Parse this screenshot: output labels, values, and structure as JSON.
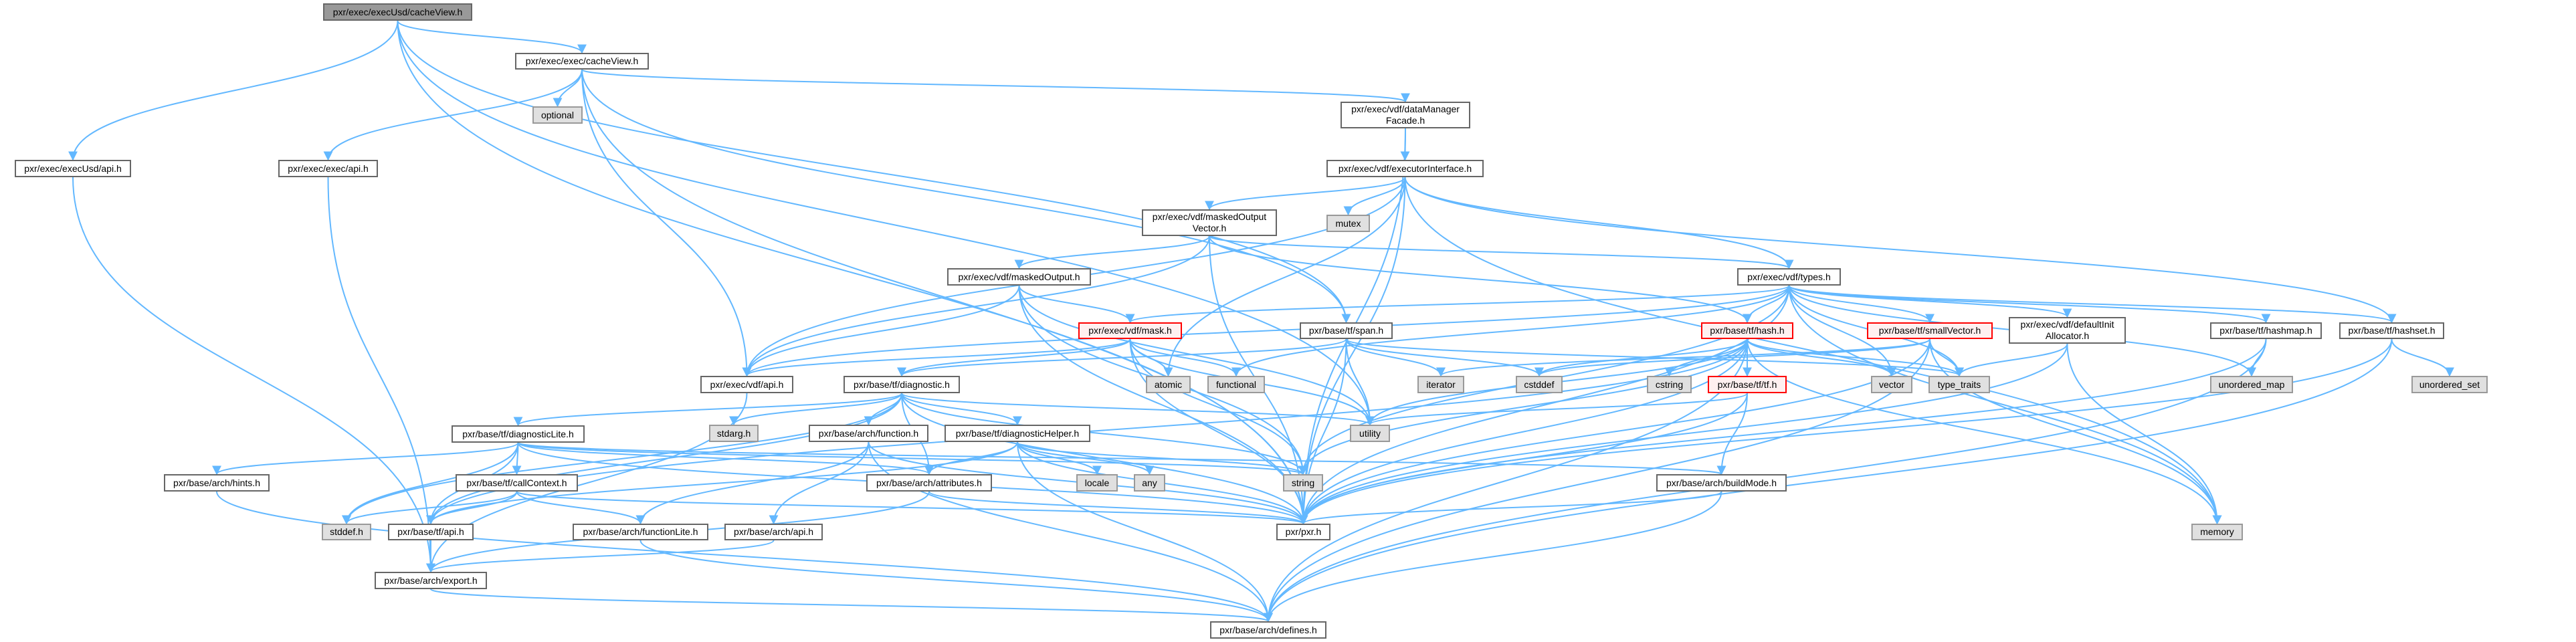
{
  "graph": {
    "title": "pxr/exec/execUsd/cacheView.h",
    "edge_color": "#63b8ff",
    "nodes": [
      {
        "id": "root",
        "label": [
          "pxr/exec/execUsd/cacheView.h"
        ],
        "kind": "root"
      },
      {
        "id": "cacheView",
        "label": [
          "pxr/exec/exec/cacheView.h"
        ],
        "kind": "normal"
      },
      {
        "id": "optional",
        "label": [
          "optional"
        ],
        "kind": "ext"
      },
      {
        "id": "execUsdApi",
        "label": [
          "pxr/exec/execUsd/api.h"
        ],
        "kind": "normal"
      },
      {
        "id": "execApi",
        "label": [
          "pxr/exec/exec/api.h"
        ],
        "kind": "normal"
      },
      {
        "id": "dataMgr",
        "label": [
          "pxr/exec/vdf/dataManager",
          "Facade.h"
        ],
        "kind": "normal"
      },
      {
        "id": "execIface",
        "label": [
          "pxr/exec/vdf/executorInterface.h"
        ],
        "kind": "normal"
      },
      {
        "id": "mutex",
        "label": [
          "mutex"
        ],
        "kind": "ext"
      },
      {
        "id": "mov",
        "label": [
          "pxr/exec/vdf/maskedOutput",
          "Vector.h"
        ],
        "kind": "normal"
      },
      {
        "id": "mo",
        "label": [
          "pxr/exec/vdf/maskedOutput.h"
        ],
        "kind": "normal"
      },
      {
        "id": "types",
        "label": [
          "pxr/exec/vdf/types.h"
        ],
        "kind": "normal"
      },
      {
        "id": "mask",
        "label": [
          "pxr/exec/vdf/mask.h"
        ],
        "kind": "trunc"
      },
      {
        "id": "span",
        "label": [
          "pxr/base/tf/span.h"
        ],
        "kind": "normal"
      },
      {
        "id": "hash",
        "label": [
          "pxr/base/tf/hash.h"
        ],
        "kind": "trunc"
      },
      {
        "id": "smallVector",
        "label": [
          "pxr/base/tf/smallVector.h"
        ],
        "kind": "trunc"
      },
      {
        "id": "defInit",
        "label": [
          "pxr/exec/vdf/defaultInit",
          "Allocator.h"
        ],
        "kind": "normal"
      },
      {
        "id": "hashmap",
        "label": [
          "pxr/base/tf/hashmap.h"
        ],
        "kind": "normal"
      },
      {
        "id": "hashset",
        "label": [
          "pxr/base/tf/hashset.h"
        ],
        "kind": "normal"
      },
      {
        "id": "vdfApi",
        "label": [
          "pxr/exec/vdf/api.h"
        ],
        "kind": "normal"
      },
      {
        "id": "diagnostic",
        "label": [
          "pxr/base/tf/diagnostic.h"
        ],
        "kind": "normal"
      },
      {
        "id": "atomic",
        "label": [
          "atomic"
        ],
        "kind": "ext"
      },
      {
        "id": "functional",
        "label": [
          "functional"
        ],
        "kind": "ext"
      },
      {
        "id": "iterator",
        "label": [
          "iterator"
        ],
        "kind": "ext"
      },
      {
        "id": "cstddef",
        "label": [
          "cstddef"
        ],
        "kind": "ext"
      },
      {
        "id": "cstring",
        "label": [
          "cstring"
        ],
        "kind": "ext"
      },
      {
        "id": "tfh",
        "label": [
          "pxr/base/tf/tf.h"
        ],
        "kind": "trunc"
      },
      {
        "id": "vector",
        "label": [
          "vector"
        ],
        "kind": "ext"
      },
      {
        "id": "typeTraits",
        "label": [
          "type_traits"
        ],
        "kind": "ext"
      },
      {
        "id": "umap",
        "label": [
          "unordered_map"
        ],
        "kind": "ext"
      },
      {
        "id": "uset",
        "label": [
          "unordered_set"
        ],
        "kind": "ext"
      },
      {
        "id": "stdarg",
        "label": [
          "stdarg.h"
        ],
        "kind": "ext"
      },
      {
        "id": "function",
        "label": [
          "pxr/base/arch/function.h"
        ],
        "kind": "normal"
      },
      {
        "id": "diagHelper",
        "label": [
          "pxr/base/tf/diagnosticHelper.h"
        ],
        "kind": "normal"
      },
      {
        "id": "utility",
        "label": [
          "utility"
        ],
        "kind": "ext"
      },
      {
        "id": "diagLite",
        "label": [
          "pxr/base/tf/diagnosticLite.h"
        ],
        "kind": "normal"
      },
      {
        "id": "hints",
        "label": [
          "pxr/base/arch/hints.h"
        ],
        "kind": "normal"
      },
      {
        "id": "callContext",
        "label": [
          "pxr/base/tf/callContext.h"
        ],
        "kind": "normal"
      },
      {
        "id": "attributes",
        "label": [
          "pxr/base/arch/attributes.h"
        ],
        "kind": "normal"
      },
      {
        "id": "locale",
        "label": [
          "locale"
        ],
        "kind": "ext"
      },
      {
        "id": "any",
        "label": [
          "any"
        ],
        "kind": "ext"
      },
      {
        "id": "string",
        "label": [
          "string"
        ],
        "kind": "ext"
      },
      {
        "id": "buildMode",
        "label": [
          "pxr/base/arch/buildMode.h"
        ],
        "kind": "normal"
      },
      {
        "id": "stddef",
        "label": [
          "stddef.h"
        ],
        "kind": "ext"
      },
      {
        "id": "tfApi",
        "label": [
          "pxr/base/tf/api.h"
        ],
        "kind": "normal"
      },
      {
        "id": "functionLite",
        "label": [
          "pxr/base/arch/functionLite.h"
        ],
        "kind": "normal"
      },
      {
        "id": "archApi",
        "label": [
          "pxr/base/arch/api.h"
        ],
        "kind": "normal"
      },
      {
        "id": "pxr",
        "label": [
          "pxr/pxr.h"
        ],
        "kind": "normal"
      },
      {
        "id": "memory",
        "label": [
          "memory"
        ],
        "kind": "ext"
      },
      {
        "id": "export",
        "label": [
          "pxr/base/arch/export.h"
        ],
        "kind": "normal"
      },
      {
        "id": "defines",
        "label": [
          "pxr/base/arch/defines.h"
        ],
        "kind": "normal"
      }
    ],
    "edges": [
      [
        "root",
        "cacheView"
      ],
      [
        "root",
        "execUsdApi"
      ],
      [
        "root",
        "pxr"
      ],
      [
        "root",
        "span"
      ],
      [
        "root",
        "utility"
      ],
      [
        "cacheView",
        "optional"
      ],
      [
        "cacheView",
        "execApi"
      ],
      [
        "cacheView",
        "dataMgr"
      ],
      [
        "cacheView",
        "pxr"
      ],
      [
        "cacheView",
        "span"
      ],
      [
        "cacheView",
        "vdfApi"
      ],
      [
        "execUsdApi",
        "export"
      ],
      [
        "execApi",
        "export"
      ],
      [
        "dataMgr",
        "execIface"
      ],
      [
        "dataMgr",
        "pxr"
      ],
      [
        "execIface",
        "mutex"
      ],
      [
        "execIface",
        "mov"
      ],
      [
        "execIface",
        "types"
      ],
      [
        "execIface",
        "vdfApi"
      ],
      [
        "execIface",
        "pxr"
      ],
      [
        "execIface",
        "hashset"
      ],
      [
        "execIface",
        "memory"
      ],
      [
        "execIface",
        "atomic"
      ],
      [
        "mov",
        "mo"
      ],
      [
        "mov",
        "vdfApi"
      ],
      [
        "mov",
        "types"
      ],
      [
        "mov",
        "hash"
      ],
      [
        "mov",
        "pxr"
      ],
      [
        "mo",
        "mask"
      ],
      [
        "mo",
        "vdfApi"
      ],
      [
        "mo",
        "pxr"
      ],
      [
        "mo",
        "utility"
      ],
      [
        "mo",
        "string"
      ],
      [
        "types",
        "mask"
      ],
      [
        "types",
        "hash"
      ],
      [
        "types",
        "smallVector"
      ],
      [
        "types",
        "defInit"
      ],
      [
        "types",
        "hashmap"
      ],
      [
        "types",
        "hashset"
      ],
      [
        "types",
        "vdfApi"
      ],
      [
        "types",
        "pxr"
      ],
      [
        "types",
        "functional"
      ],
      [
        "types",
        "umap"
      ],
      [
        "types",
        "vector"
      ],
      [
        "types",
        "typeTraits"
      ],
      [
        "types",
        "string"
      ],
      [
        "types",
        "memory"
      ],
      [
        "mask",
        "vdfApi"
      ],
      [
        "mask",
        "diagnostic"
      ],
      [
        "mask",
        "atomic"
      ],
      [
        "mask",
        "functional"
      ],
      [
        "mask",
        "string"
      ],
      [
        "mask",
        "pxr"
      ],
      [
        "mask",
        "utility"
      ],
      [
        "span",
        "diagnostic"
      ],
      [
        "span",
        "iterator"
      ],
      [
        "span",
        "cstddef"
      ],
      [
        "span",
        "utility"
      ],
      [
        "span",
        "typeTraits"
      ],
      [
        "span",
        "pxr"
      ],
      [
        "hash",
        "tfh"
      ],
      [
        "hash",
        "cstring"
      ],
      [
        "hash",
        "vector"
      ],
      [
        "hash",
        "typeTraits"
      ],
      [
        "hash",
        "utility"
      ],
      [
        "hash",
        "memory"
      ],
      [
        "hash",
        "string"
      ],
      [
        "hash",
        "pxr"
      ],
      [
        "hash",
        "defines"
      ],
      [
        "hash",
        "tfApi"
      ],
      [
        "hash",
        "cstddef"
      ],
      [
        "smallVector",
        "typeTraits"
      ],
      [
        "smallVector",
        "cstddef"
      ],
      [
        "smallVector",
        "memory"
      ],
      [
        "smallVector",
        "defines"
      ],
      [
        "smallVector",
        "pxr"
      ],
      [
        "smallVector",
        "iterator"
      ],
      [
        "defInit",
        "typeTraits"
      ],
      [
        "defInit",
        "memory"
      ],
      [
        "defInit",
        "pxr"
      ],
      [
        "hashmap",
        "umap"
      ],
      [
        "hashmap",
        "pxr"
      ],
      [
        "hashmap",
        "defines"
      ],
      [
        "hashset",
        "uset"
      ],
      [
        "hashset",
        "pxr"
      ],
      [
        "hashset",
        "defines"
      ],
      [
        "vdfApi",
        "export"
      ],
      [
        "diagnostic",
        "stdarg"
      ],
      [
        "diagnostic",
        "function"
      ],
      [
        "diagnostic",
        "diagHelper"
      ],
      [
        "diagnostic",
        "diagLite"
      ],
      [
        "diagnostic",
        "tfApi"
      ],
      [
        "diagnostic",
        "string"
      ],
      [
        "diagnostic",
        "pxr"
      ],
      [
        "diagnostic",
        "attributes"
      ],
      [
        "diagnostic",
        "utility"
      ],
      [
        "diagnostic",
        "stddef"
      ],
      [
        "function",
        "archApi"
      ],
      [
        "function",
        "pxr"
      ],
      [
        "function",
        "functionLite"
      ],
      [
        "function",
        "defines"
      ],
      [
        "diagHelper",
        "attributes"
      ],
      [
        "diagHelper",
        "locale"
      ],
      [
        "diagHelper",
        "any"
      ],
      [
        "diagHelper",
        "string"
      ],
      [
        "diagHelper",
        "pxr"
      ],
      [
        "diagHelper",
        "defines"
      ],
      [
        "diagHelper",
        "tfApi"
      ],
      [
        "diagLite",
        "hints"
      ],
      [
        "diagLite",
        "callContext"
      ],
      [
        "diagLite",
        "tfApi"
      ],
      [
        "diagLite",
        "stddef"
      ],
      [
        "diagLite",
        "attributes"
      ],
      [
        "diagLite",
        "pxr"
      ],
      [
        "diagLite",
        "string"
      ],
      [
        "diagLite",
        "buildMode"
      ],
      [
        "callContext",
        "stddef"
      ],
      [
        "callContext",
        "tfApi"
      ],
      [
        "callContext",
        "functionLite"
      ],
      [
        "callContext",
        "pxr"
      ],
      [
        "hints",
        "defines"
      ],
      [
        "tfApi",
        "export"
      ],
      [
        "attributes",
        "export"
      ],
      [
        "attributes",
        "pxr"
      ],
      [
        "functionLite",
        "defines"
      ],
      [
        "archApi",
        "export"
      ],
      [
        "tfh",
        "utility"
      ],
      [
        "tfh",
        "buildMode"
      ],
      [
        "tfh",
        "pxr"
      ],
      [
        "buildMode",
        "defines"
      ],
      [
        "buildMode",
        "pxr"
      ],
      [
        "export",
        "defines"
      ]
    ]
  }
}
